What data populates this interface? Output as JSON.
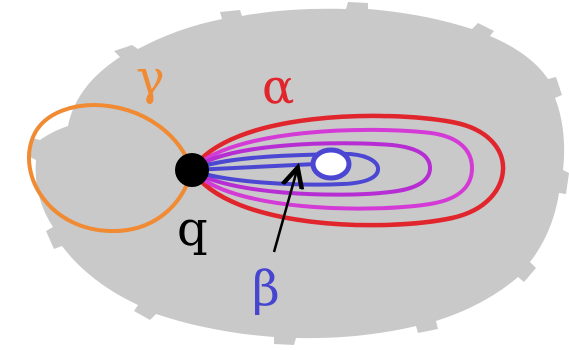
{
  "diagram": {
    "labels": {
      "gamma": "γ",
      "alpha": "α",
      "beta": "β",
      "q": "q"
    },
    "colors": {
      "background_region": "#c9c9c9",
      "gamma": "#f08a33",
      "alpha": "#e0262c",
      "outer_magenta": "#d43bd6",
      "mid_magenta": "#b62ed3",
      "beta": "#4b47d3",
      "beta_label": "#4545cf",
      "q_point": "#000000",
      "arrow": "#000000",
      "puncture_fill": "#ffffff",
      "puncture_stroke": "#4b47d3"
    }
  }
}
